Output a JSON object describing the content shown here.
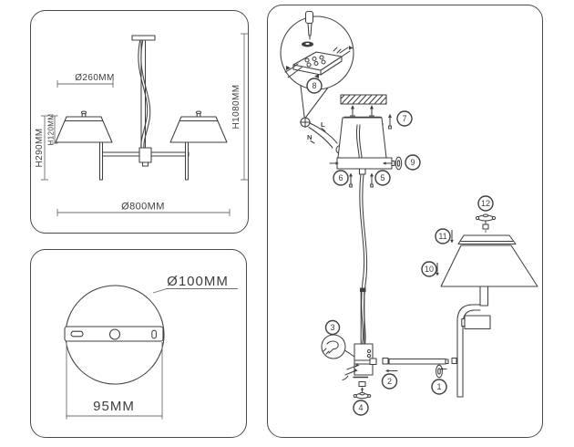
{
  "colors": {
    "ink": "#3f3f3f",
    "panel_border": "#4a4a4a",
    "dimension_line": "#6e6e6e",
    "background": "#ffffff"
  },
  "chandelier_panel": {
    "shade_diameter_label": "Ø260MM",
    "overall_height_label": "H1080MM",
    "body_height_label": "H290MM",
    "shade_height_label": "H120MM",
    "overall_diameter_label": "Ø800MM"
  },
  "plate_panel": {
    "plate_diameter_label": "Ø100MM",
    "bracket_width_label": "95MM"
  },
  "assembly_panel": {
    "live_wire_label": "L",
    "neutral_wire_label": "N",
    "steps": [
      "1",
      "2",
      "3",
      "4",
      "5",
      "6",
      "7",
      "8",
      "9",
      "10",
      "11",
      "12"
    ]
  }
}
